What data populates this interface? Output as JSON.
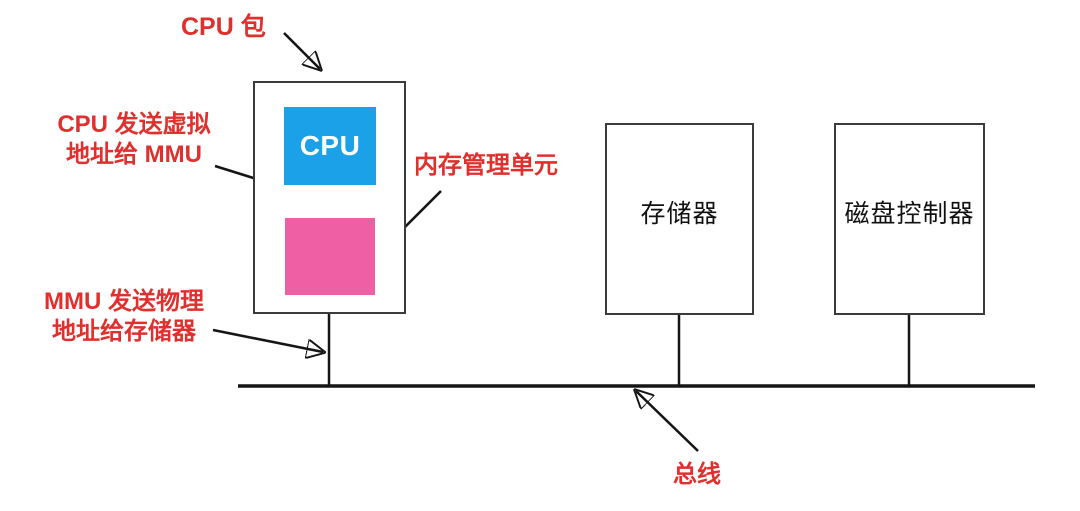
{
  "colors": {
    "annotation_red": "#e0302e",
    "cpu_fill": "#1ba1e8",
    "mmu_fill": "#ef5fa4",
    "box_border": "#3b3b3b",
    "line_black": "#151515"
  },
  "nodes": {
    "cpu": {
      "label": "CPU"
    },
    "memory": {
      "label": "存储器"
    },
    "disk_controller": {
      "label": "磁盘控制器"
    }
  },
  "annotations": {
    "cpu_package": {
      "text": "CPU 包"
    },
    "virtual_address": {
      "line1": "CPU 发送虚拟",
      "line2": "地址给 MMU"
    },
    "mmu_unit": {
      "text": "内存管理单元"
    },
    "physical_address": {
      "line1": "MMU 发送物理",
      "line2": "地址给存储器"
    },
    "bus": {
      "text": "总线"
    }
  }
}
